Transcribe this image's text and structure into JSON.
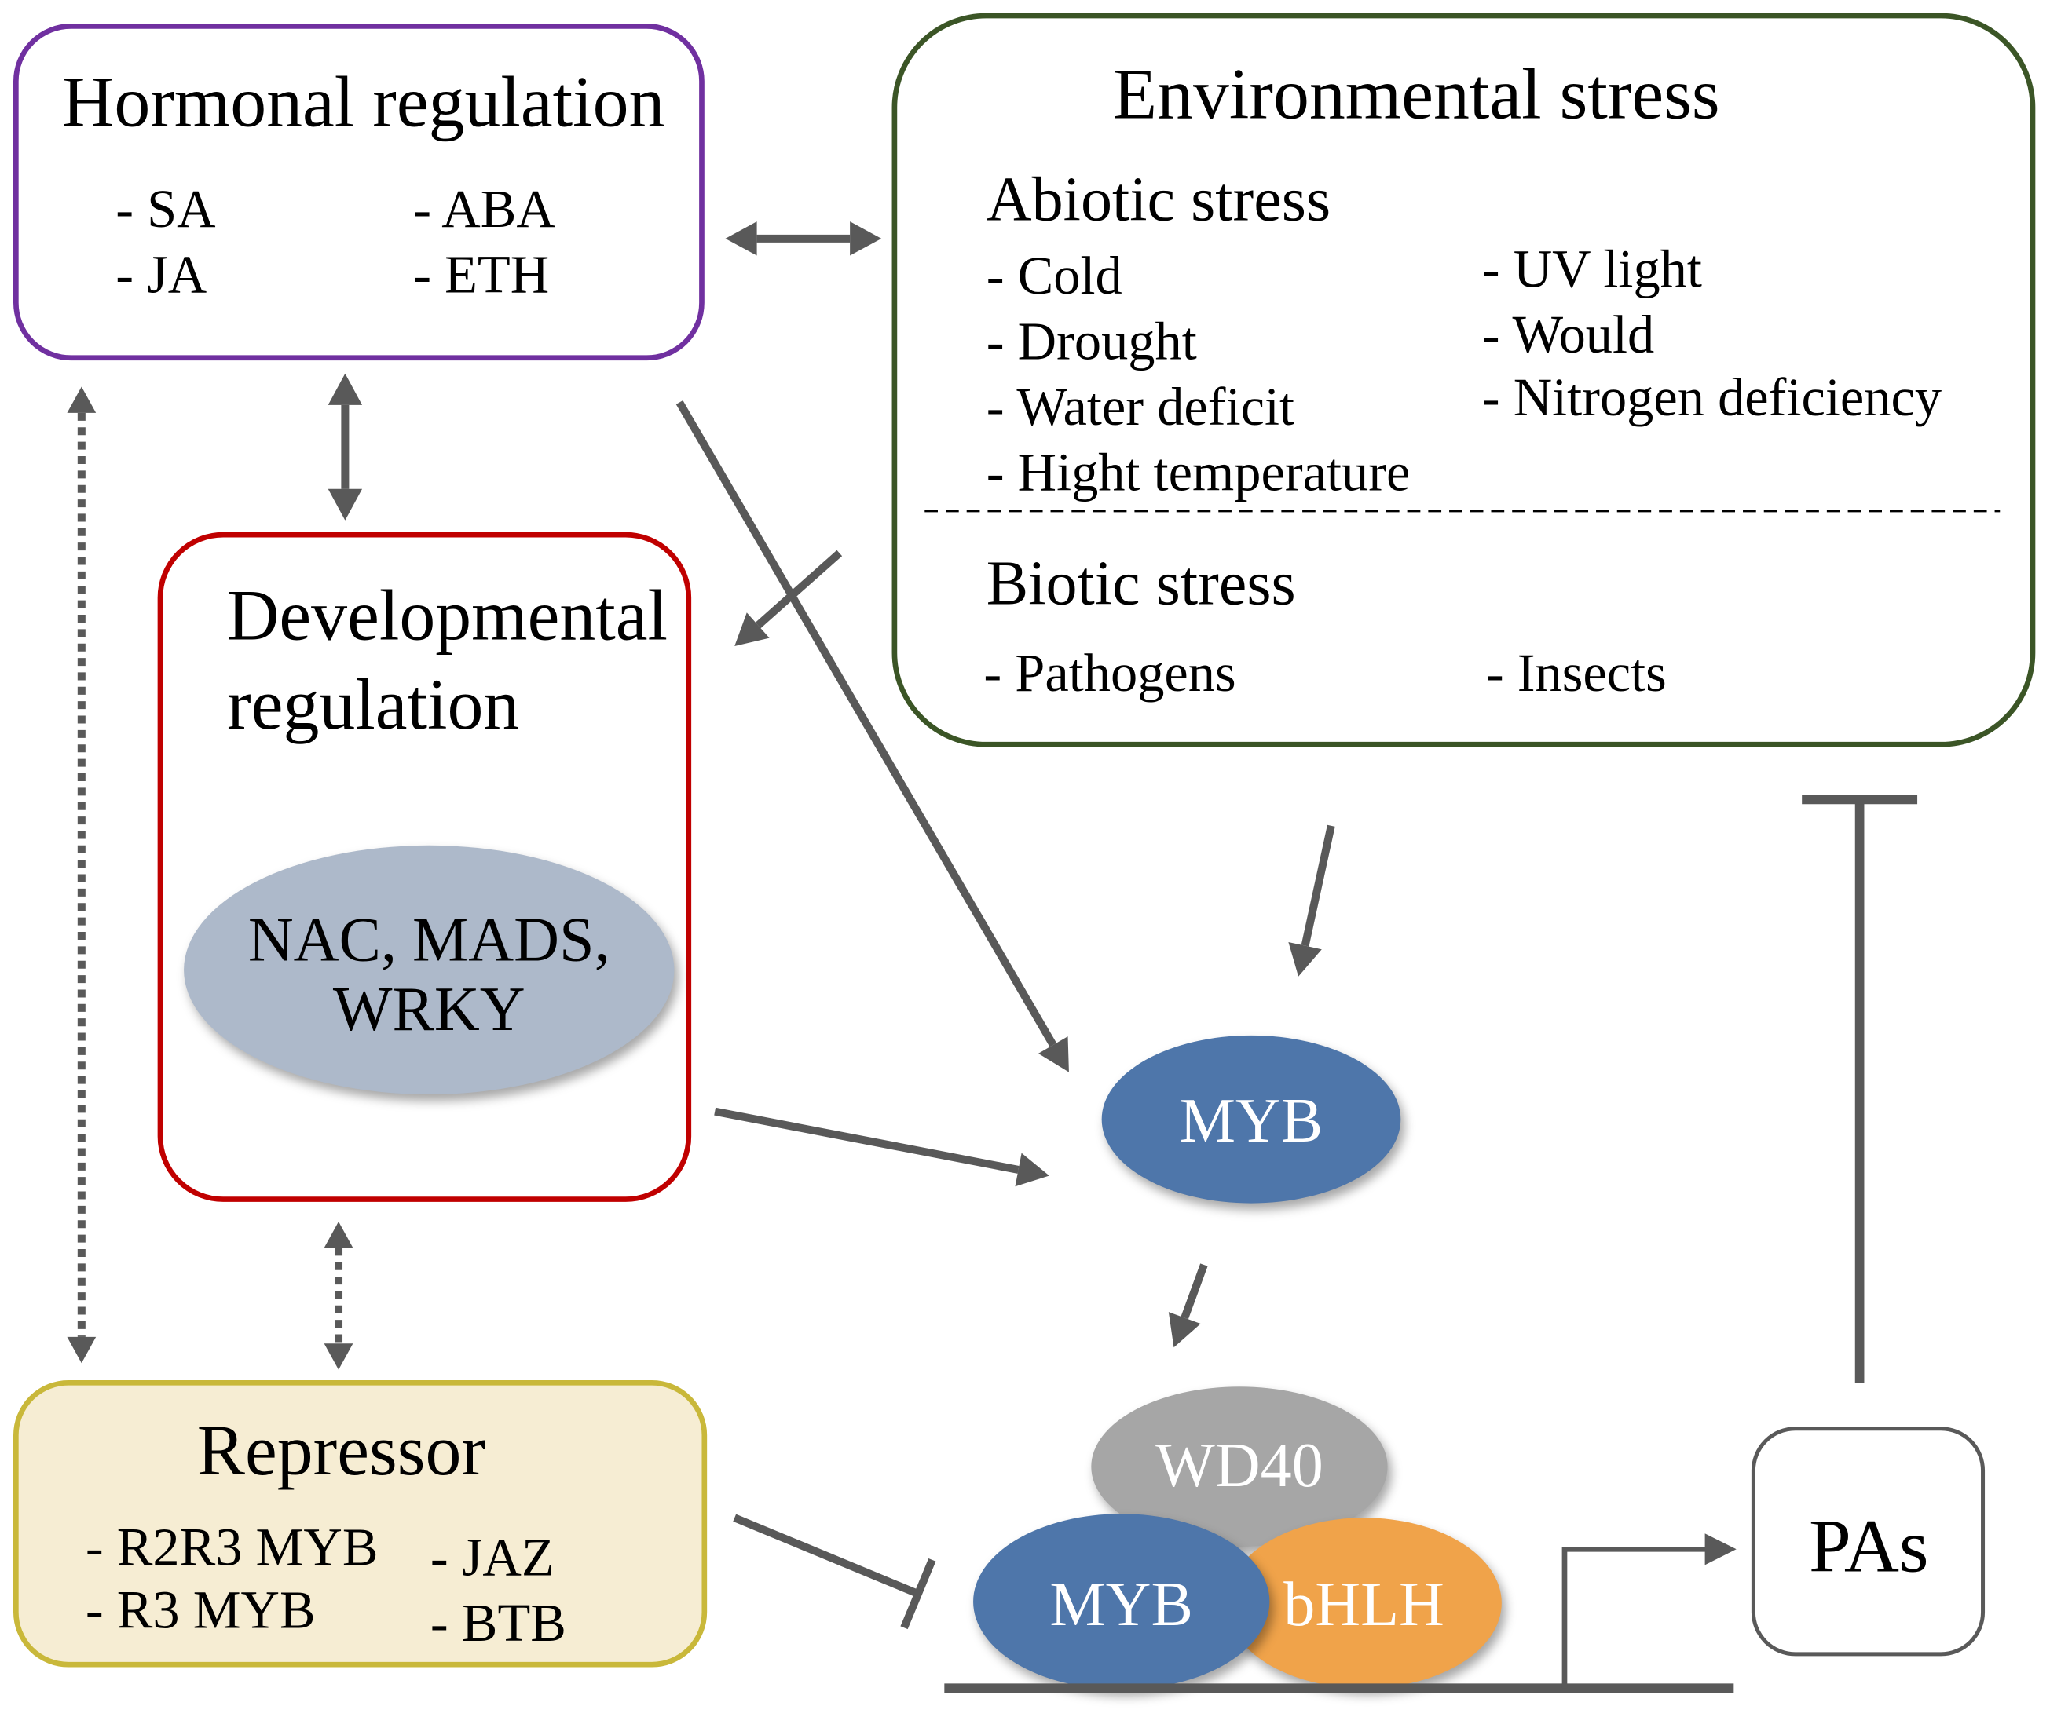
{
  "hormonal": {
    "title": "Hormonal regulation",
    "items": [
      "- SA",
      "- JA",
      "- ABA",
      "- ETH"
    ]
  },
  "environmental": {
    "title": "Environmental stress",
    "abiotic": {
      "title": "Abiotic stress",
      "items_left": [
        "- Cold",
        "- Drought",
        "- Water deficit",
        "- Hight temperature"
      ],
      "items_right": [
        "- UV light",
        "- Would",
        "- Nitrogen deficiency"
      ]
    },
    "biotic": {
      "title": "Biotic stress",
      "items": [
        "- Pathogens",
        "- Insects"
      ]
    }
  },
  "developmental": {
    "title_line1": "Developmental",
    "title_line2": "regulation",
    "factors_line1": "NAC, MADS,",
    "factors_line2": "WRKY"
  },
  "repressor": {
    "title": "Repressor",
    "items": [
      "- R2R3 MYB",
      "- R3 MYB",
      "- JAZ",
      "- BTB"
    ]
  },
  "myb": "MYB",
  "complex": {
    "wd40": "WD40",
    "myb": "MYB",
    "bhlh": "bHLH"
  },
  "product": "PAs",
  "colors": {
    "hormonal_border": "#7030a0",
    "environmental_border": "#3b5526",
    "developmental_border": "#c00000",
    "repressor_border": "#c9b83a",
    "repressor_fill": "#f6edd3",
    "product_border": "#595959",
    "nac_fill": "#adb9ca",
    "myb_fill": "#4e76aa",
    "wd40_fill": "#a6a6a6",
    "bhlh_fill": "#f0a34a",
    "connector": "#595959"
  }
}
